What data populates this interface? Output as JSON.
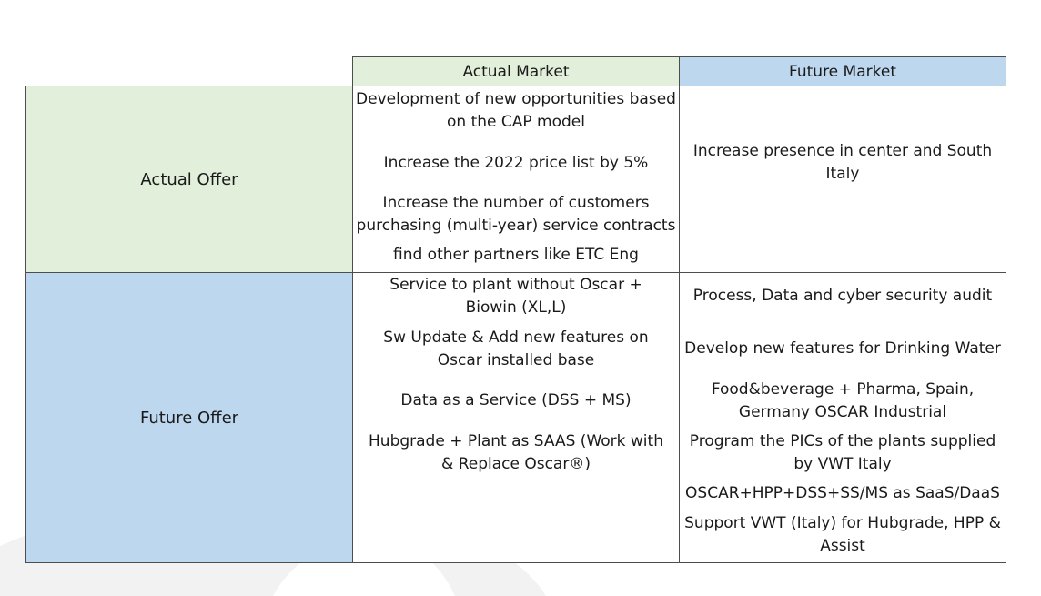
{
  "columns": [
    "Actual Market",
    "Future Market"
  ],
  "rows": [
    {
      "label": "Actual Offer",
      "actual_market": [
        "Development of new opportunities based on the CAP model",
        "Increase the 2022 price list by 5%",
        "Increase the number of customers purchasing (multi-year) service contracts",
        "find other partners like ETC Eng"
      ],
      "future_market": [
        "Increase presence in center and South Italy"
      ]
    },
    {
      "label": "Future Offer",
      "actual_market": [
        "Service to plant without Oscar + Biowin (XL,L)",
        "Sw Update & Add new features on Oscar installed base",
        "Data as a Service (DSS + MS)",
        "Hubgrade + Plant as SAAS (Work with & Replace Oscar®)"
      ],
      "future_market": [
        "Process, Data and cyber security audit",
        "Develop new features for Drinking Water",
        "Food&beverage + Pharma, Spain, Germany OSCAR Industrial",
        "Program the PICs of the plants supplied by VWT Italy",
        "OSCAR+HPP+DSS+SS/MS as SaaS/DaaS",
        "Support VWT (Italy) for Hubgrade, HPP & Assist"
      ]
    }
  ],
  "colors": {
    "actual_header": "#e2efda",
    "future_header": "#bdd7ee",
    "border": "#4d4d4d"
  }
}
